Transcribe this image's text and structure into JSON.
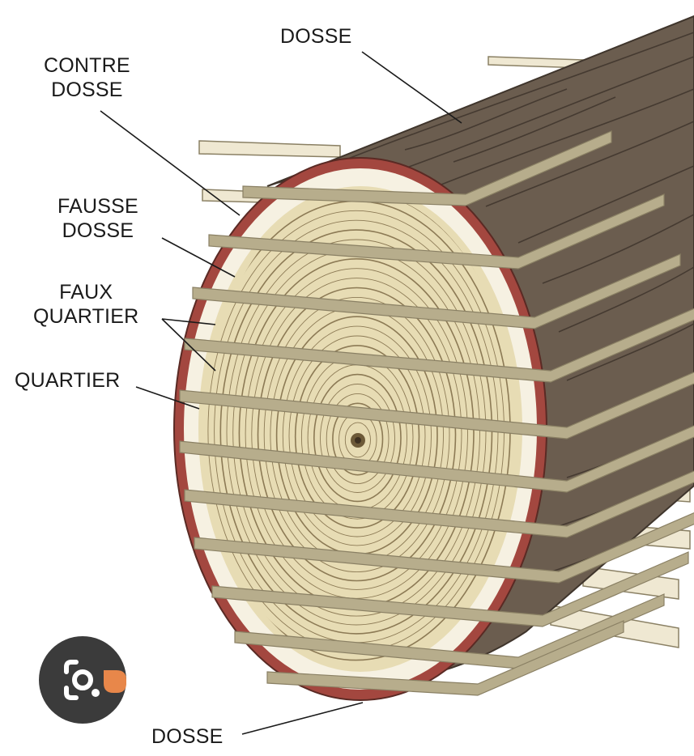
{
  "labels": {
    "dosse_top": "DOSSE",
    "contre_dosse": [
      "CONTRE",
      "DOSSE"
    ],
    "fausse_dosse": [
      "FAUSSE",
      "DOSSE"
    ],
    "faux_quartier": [
      "FAUX",
      "QUARTIER"
    ],
    "quartier": "QUARTIER",
    "dosse_bottom": "DOSSE"
  },
  "colors": {
    "bark": "#6b5d4f",
    "bark_dark": "#3f352c",
    "bark_red_edge": "#a3473f",
    "sapwood": "#f6f1e2",
    "heartwood": "#e7dcb4",
    "rings": "#8c7a55",
    "board": "#b7ad8c",
    "board_edge": "#8a8064",
    "plank_far": "#efe8d2",
    "lens_bg": "#3b3b3b",
    "lens_accent": "#e8874a"
  },
  "lens_button": {
    "icon": "image-search-icon"
  }
}
